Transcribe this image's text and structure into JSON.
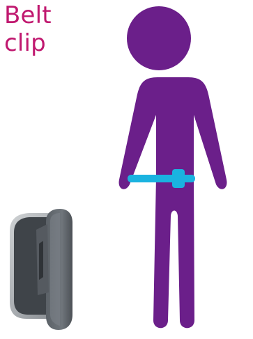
{
  "title": {
    "line1": "Belt",
    "line2": "clip"
  },
  "colors": {
    "title": "#c0186f",
    "figure": "#6b1f8a",
    "belt": "#1ab3e0",
    "clip_dark": "#4a4f55",
    "clip_mid": "#6c7278",
    "clip_light": "#b9bcbf"
  },
  "illustration": {
    "figure": "person-silhouette",
    "belt": "belt-strap",
    "device": "belt-clip-device"
  }
}
